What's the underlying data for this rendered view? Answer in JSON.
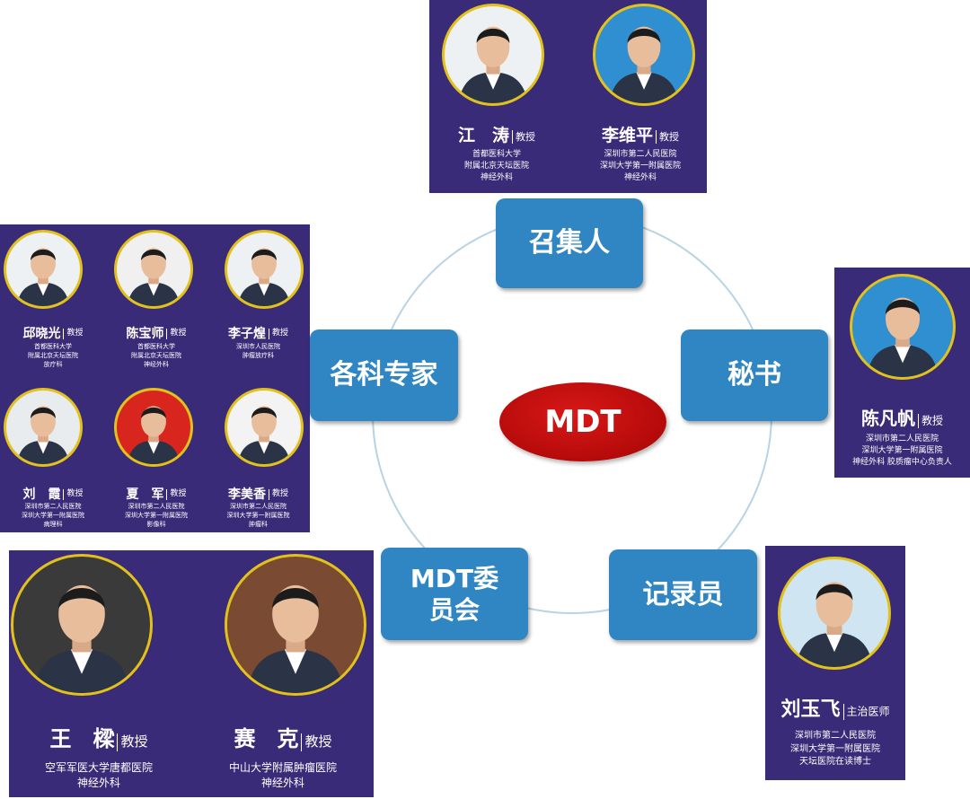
{
  "center": {
    "label": "MDT"
  },
  "roles": {
    "convener": "召集人",
    "secretary": "秘书",
    "recorder": "记录员",
    "committee": "MDT委\n员会",
    "experts": "各科专家"
  },
  "panels": {
    "convener": [
      {
        "name": "江　涛",
        "title": "教授",
        "affiliations": [
          "首都医科大学",
          "附属北京天坛医院",
          "神经外科"
        ]
      },
      {
        "name": "李维平",
        "title": "教授",
        "affiliations": [
          "深圳市第二人民医院",
          "深圳大学第一附属医院",
          "神经外科"
        ]
      }
    ],
    "secretary": [
      {
        "name": "陈凡帆",
        "title": "教授",
        "affiliations": [
          "深圳市第二人民医院",
          "深圳大学第一附属医院",
          "神经外科  胶质瘤中心负责人"
        ]
      }
    ],
    "recorder": [
      {
        "name": "刘玉飞",
        "title": "主治医师",
        "affiliations": [
          "深圳市第二人民医院",
          "深圳大学第一附属医院",
          "天坛医院在读博士"
        ]
      }
    ],
    "committee": [
      {
        "name": "王　樑",
        "title": "教授",
        "affiliations": [
          "空军军医大学唐都医院",
          "神经外科"
        ]
      },
      {
        "name": "赛　克",
        "title": "教授",
        "affiliations": [
          "中山大学附属肿瘤医院",
          "神经外科"
        ]
      }
    ],
    "experts": [
      {
        "name": "邱晓光",
        "title": "教授",
        "affiliations": [
          "首都医科大学",
          "附属北京天坛医院",
          "放疗科"
        ]
      },
      {
        "name": "陈宝师",
        "title": "教授",
        "affiliations": [
          "首都医科大学",
          "附属北京天坛医院",
          "神经外科"
        ]
      },
      {
        "name": "李子煌",
        "title": "教授",
        "affiliations": [
          "深圳市人民医院",
          "肿瘤放疗科"
        ]
      },
      {
        "name": "刘　霞",
        "title": "教授",
        "affiliations": [
          "深圳市第二人民医院",
          "深圳大学第一附属医院",
          "病理科"
        ]
      },
      {
        "name": "夏　军",
        "title": "教授",
        "affiliations": [
          "深圳市第二人民医院",
          "深圳大学第一附属医院",
          "影像科"
        ]
      },
      {
        "name": "李美香",
        "title": "教授",
        "affiliations": [
          "深圳市第二人民医院",
          "深圳大学第一附属医院",
          "肿瘤科"
        ]
      }
    ]
  },
  "colors": {
    "panel": "#392b78",
    "role_box": "#2f86c2",
    "center": "#b50a0a",
    "photo_ring": "#e2c21a",
    "circle_line": "#b7d3e6"
  }
}
